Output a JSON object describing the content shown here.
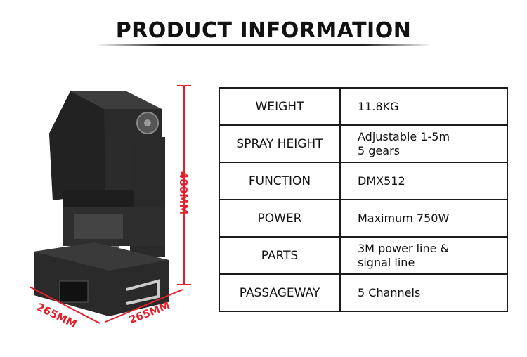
{
  "header": {
    "title": "PRODUCT INFORMATION"
  },
  "dimensions": {
    "height": "480MM",
    "depth": "265MM",
    "width": "265MM"
  },
  "specs": [
    {
      "label": "WEIGHT",
      "value": [
        "11.8KG"
      ]
    },
    {
      "label": "SPRAY HEIGHT",
      "value": [
        "Adjustable 1-5m",
        "5 gears"
      ]
    },
    {
      "label": "FUNCTION",
      "value": [
        "DMX512"
      ]
    },
    {
      "label": "POWER",
      "value": [
        "Maximum 750W"
      ]
    },
    {
      "label": "PARTS",
      "value": [
        "3M power line &",
        "signal line"
      ]
    },
    {
      "label": "PASSAGEWAY",
      "value": [
        "5 Channels"
      ]
    }
  ],
  "colors": {
    "dimension_red": "#e4202a",
    "border": "#1a1a1a"
  }
}
